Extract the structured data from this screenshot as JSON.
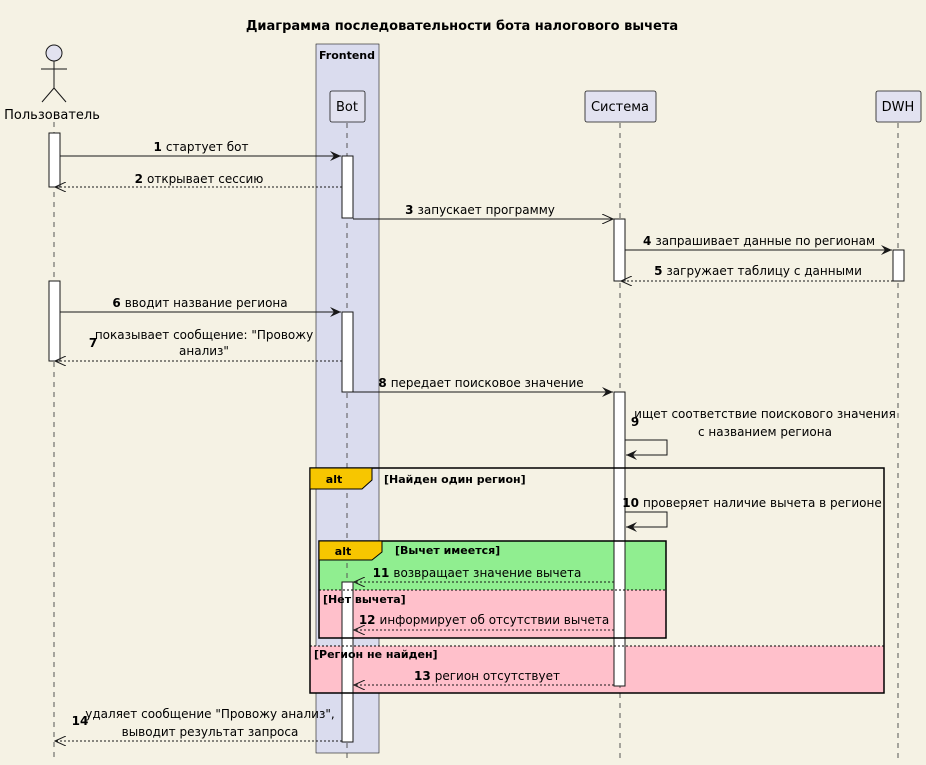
{
  "title": "Диаграмма последовательности бота налогового вычета",
  "box": {
    "label": "Frontend"
  },
  "participants": {
    "user": "Пользователь",
    "bot": "Bot",
    "system": "Система",
    "dwh": "DWH"
  },
  "messages": [
    {
      "num": "1",
      "text": "стартует бот"
    },
    {
      "num": "2",
      "text": "открывает сессию"
    },
    {
      "num": "3",
      "text": "запускает программу"
    },
    {
      "num": "4",
      "text": "запрашивает данные по регионам"
    },
    {
      "num": "5",
      "text": "загружает таблицу с данными"
    },
    {
      "num": "6",
      "text": "вводит название региона"
    },
    {
      "num": "7",
      "line1": "показывает сообщение: \"Провожу",
      "line2": "анализ\""
    },
    {
      "num": "8",
      "text": "передает поисковое значение"
    },
    {
      "num": "9",
      "line1": "ищет соответствие поискового значения",
      "line2": "с названием региона"
    },
    {
      "num": "10",
      "text": "проверяет наличие вычета в регионе"
    },
    {
      "num": "11",
      "text": "возвращает значение вычета"
    },
    {
      "num": "12",
      "text": "информирует об отсутствии вычета"
    },
    {
      "num": "13",
      "text": "регион отсутствует"
    },
    {
      "num": "14",
      "line1": "удаляет сообщение \"Провожу анализ\",",
      "line2": "выводит результат запроса"
    }
  ],
  "fragments": {
    "outer": {
      "keyword": "alt",
      "guard1": "[Найден один регион]",
      "guard2": "[Регион не найден]"
    },
    "inner": {
      "keyword": "alt",
      "guard1": "[Вычет имеется]",
      "guard2": "[Нет вычета]"
    }
  },
  "colors": {
    "background": "#f5f2e4",
    "participant_fill": "#e2e2f0",
    "box_fill": "#dadcee",
    "alt_tab": "#f7c600",
    "found_region": "#90ee90",
    "no_region": "#ffc0cb"
  }
}
